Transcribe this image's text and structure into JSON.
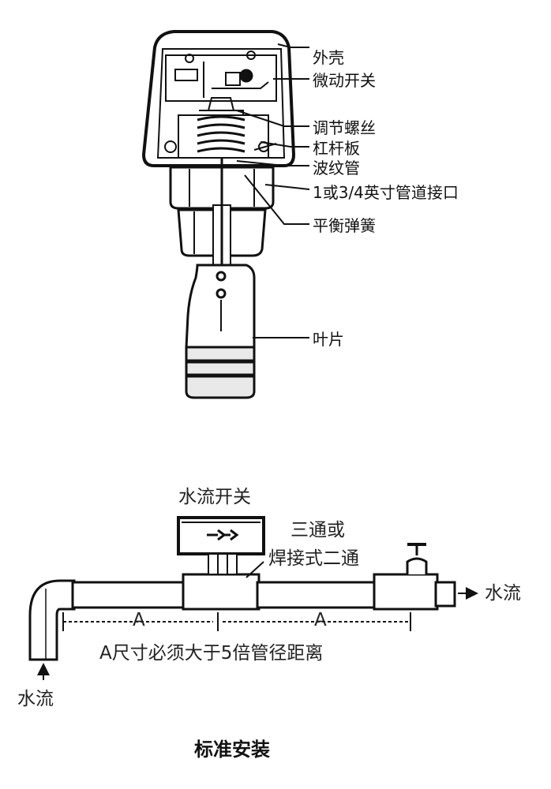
{
  "top_labels": {
    "housing": "外壳",
    "micro_switch": "微动开关",
    "adjust_screw": "调节螺丝",
    "lever_plate": "杠杆板",
    "bellows": "波纹管",
    "pipe_port": "1或3/4英寸管道接口",
    "balance_spring": "平衡弹簧",
    "paddle": "叶片"
  },
  "install_labels": {
    "flow_switch": "水流开关",
    "tee_line1": "三通或",
    "tee_line2": "焊接式二通",
    "flow_out": "水流",
    "flow_in": "水流",
    "dim_a_left": "A",
    "dim_a_right": "A",
    "dimension_note": "A尺寸必须大于5倍管径距离"
  },
  "caption": "标准安装"
}
